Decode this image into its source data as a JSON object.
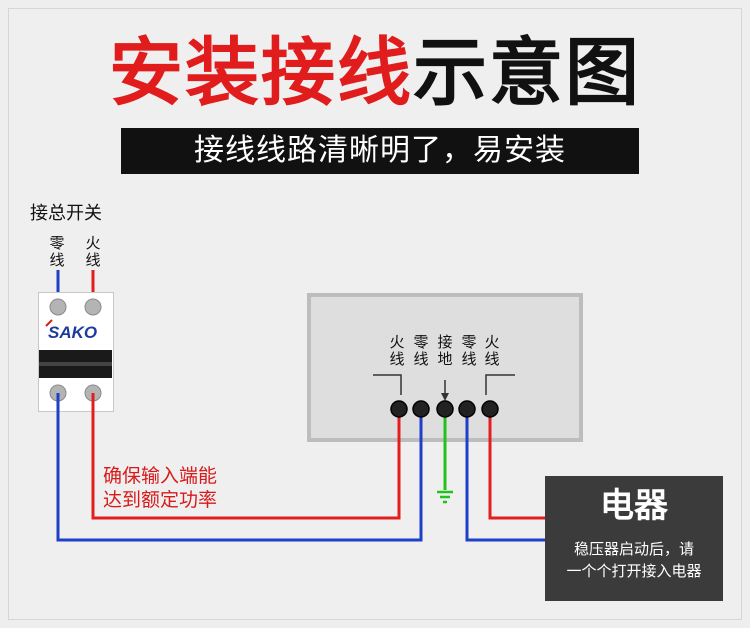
{
  "title": {
    "red_part": "安装接线",
    "black_part": "示意图"
  },
  "subtitle": "接线线路清晰明了，易安装",
  "breaker": {
    "heading": "接总开关",
    "left_label": "零线",
    "right_label": "火线",
    "brand": "SAKO"
  },
  "note": {
    "line1": "确保输入端能",
    "line2": "达到额定功率"
  },
  "panel": {
    "terminals": [
      "火线",
      "零线",
      "接地",
      "零线",
      "火线"
    ]
  },
  "appliance": {
    "title": "电器",
    "line1": "稳压器启动后，请",
    "line2": "一个个打开接入电器"
  },
  "colors": {
    "live": "#e41e1e",
    "neutral": "#1f3fc8",
    "ground": "#22c21e",
    "accent_red": "#e01c1c"
  }
}
